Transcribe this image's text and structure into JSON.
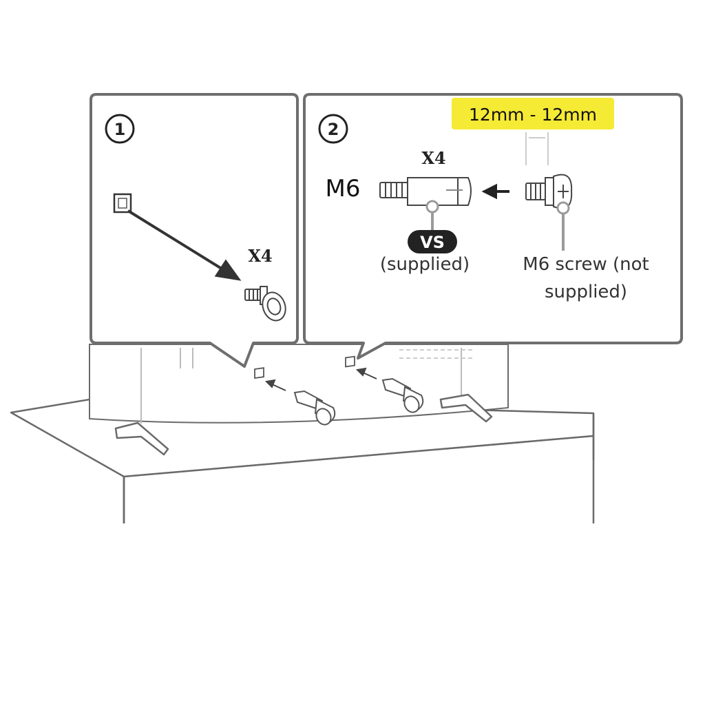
{
  "steps": [
    {
      "number": "1",
      "quantity": "X4"
    },
    {
      "number": "2",
      "quantity": "X4"
    }
  ],
  "dimension": {
    "text": "12mm - 12mm",
    "highlight_color": "#f5ea34"
  },
  "spacer": {
    "thread_label": "M6",
    "badge": "VS",
    "note": "(supplied)"
  },
  "screw": {
    "line1": "M6 screw (not",
    "line2": "supplied)"
  },
  "colors": {
    "stroke": "#555555",
    "callout_border": "#6e6e6e",
    "badge_fill": "#222222",
    "leader": "#9a9a9a"
  }
}
